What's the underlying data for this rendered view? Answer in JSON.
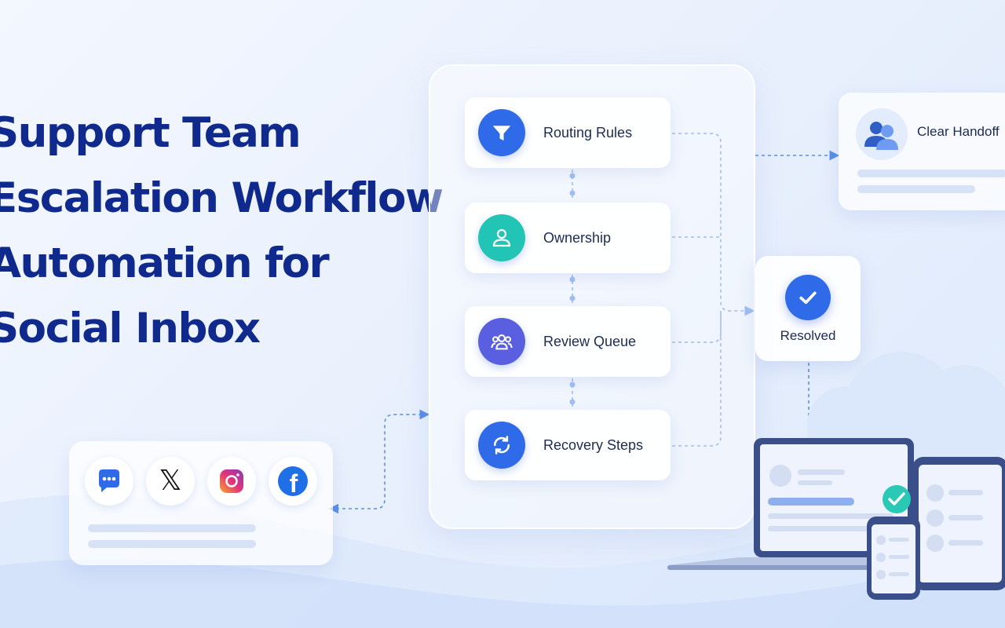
{
  "title_lines": [
    "Support Team",
    "Escalation Workflow",
    "Automation for",
    "Social Inbox"
  ],
  "steps": [
    {
      "label": "Routing Rules",
      "icon": "funnel-icon",
      "color": "#2f6ae8"
    },
    {
      "label": "Ownership",
      "icon": "person-icon",
      "color": "#22c5b5"
    },
    {
      "label": "Review Queue",
      "icon": "group-icon",
      "color": "#5a5fe0"
    },
    {
      "label": "Recovery Steps",
      "icon": "refresh-icon",
      "color": "#2f6ae8"
    }
  ],
  "handoff": {
    "label": "Clear Handoff",
    "icon": "users-icon"
  },
  "resolved": {
    "label": "Resolved",
    "icon": "checkmark-icon"
  },
  "social_channels": [
    "chat-bubble-icon",
    "x-logo-icon",
    "instagram-icon",
    "facebook-icon"
  ],
  "x_logo_glyph": "𝕏",
  "facebook_glyph": "f",
  "colors": {
    "title": "#0f2a8c",
    "accent": "#2f6ae8",
    "teal": "#22c5b5",
    "connector": "#5b8fe6",
    "check": "#29c9b6"
  }
}
